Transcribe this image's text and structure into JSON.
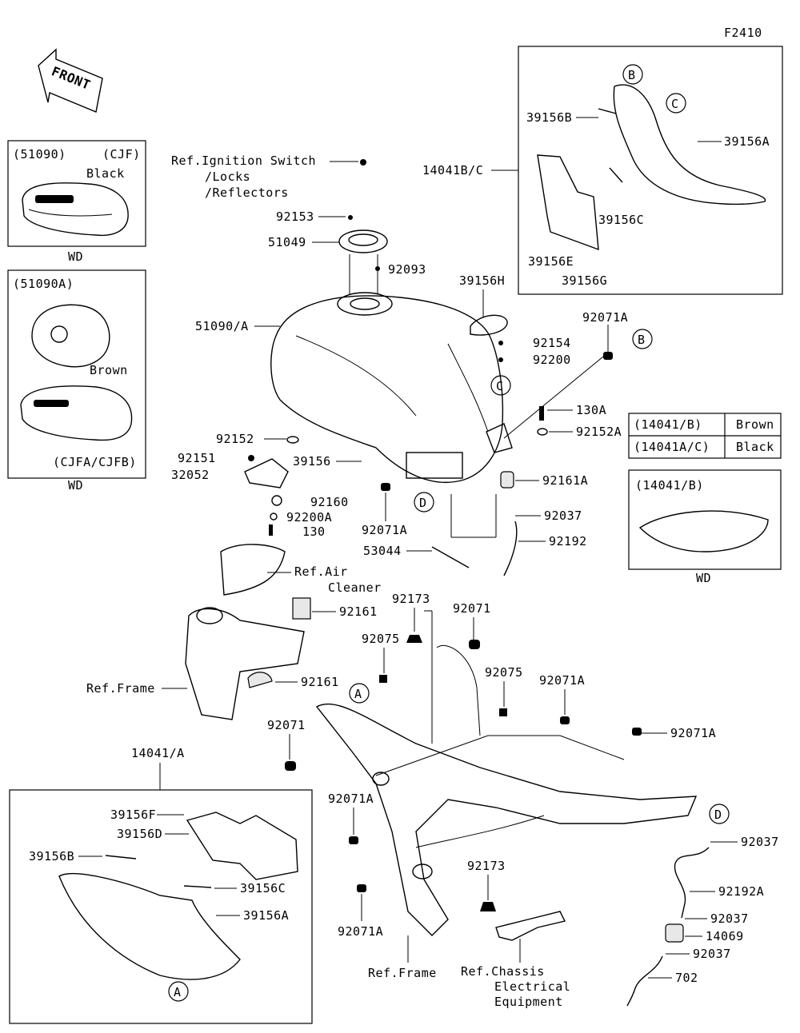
{
  "figure_code": "F2410",
  "front_arrow": "FRONT",
  "variants": {
    "v51090": {
      "part": "(51090)",
      "code": "(CJF)",
      "color": "Black",
      "note": "WD"
    },
    "v51090a": {
      "part": "(51090A)",
      "color": "Brown",
      "code": "(CJFA/CJFB)",
      "note": "WD"
    },
    "v14041b": {
      "part": "(14041/B)",
      "note": "WD"
    }
  },
  "color_table": [
    {
      "part": "(14041/B)",
      "color": "Brown"
    },
    {
      "part": "(14041A/C)",
      "color": "Black"
    }
  ],
  "labels": {
    "ref_ignition_1": "Ref.Ignition Switch",
    "ref_ignition_2": "/Locks",
    "ref_ignition_3": "/Reflectors",
    "p92153": "92153",
    "p51049": "51049",
    "p92093": "92093",
    "p51090a": "51090/A",
    "p39156h": "39156H",
    "p92071a_1": "92071A",
    "p92154": "92154",
    "p92200": "92200",
    "p14041bc": "14041B/C",
    "p39156b_top": "39156B",
    "p39156a_top": "39156A",
    "p39156c_top": "39156C",
    "p39156e": "39156E",
    "p39156g": "39156G",
    "p130a": "130A",
    "p92152a": "92152A",
    "p92152": "92152",
    "p92151": "92151",
    "p32052": "32052",
    "p39156": "39156",
    "p92160": "92160",
    "p92200a": "92200A",
    "p130": "130",
    "p92071a_2": "92071A",
    "p92161a": "92161A",
    "p92037_1": "92037",
    "p92192": "92192",
    "p53044": "53044",
    "ref_air_1": "Ref.Air",
    "ref_air_2": "Cleaner",
    "p92173_1": "92173",
    "p92071_1": "92071",
    "p92161_1": "92161",
    "p92075_1": "92075",
    "p92075_2": "92075",
    "p92071a_3": "92071A",
    "p92161_2": "92161",
    "ref_frame_1": "Ref.Frame",
    "p92071_2": "92071",
    "p92071a_4": "92071A",
    "p14041a": "14041/A",
    "p39156f": "39156F",
    "p39156d": "39156D",
    "p39156b_bot": "39156B",
    "p39156c_bot": "39156C",
    "p39156a_bot": "39156A",
    "p92071a_5": "92071A",
    "p92071a_6": "92071A",
    "p92173_2": "92173",
    "ref_frame_2": "Ref.Frame",
    "ref_chassis_1": "Ref.Chassis",
    "ref_chassis_2": "Electrical",
    "ref_chassis_3": "Equipment",
    "p92037_2": "92037",
    "p92192a": "92192A",
    "p92037_3": "92037",
    "p14069": "14069",
    "p92037_4": "92037",
    "p702": "702"
  },
  "callouts": {
    "a": "A",
    "b": "B",
    "c": "C",
    "d": "D"
  }
}
